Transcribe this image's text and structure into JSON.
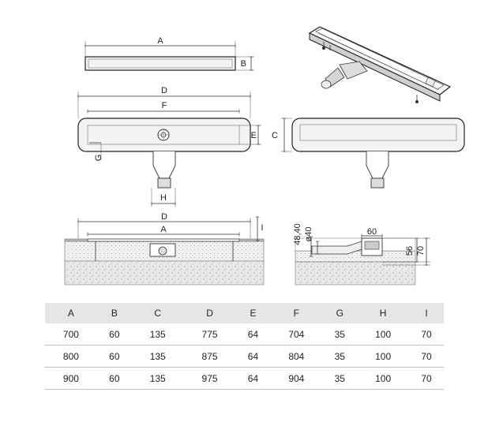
{
  "labels": {
    "A": "A",
    "B": "B",
    "C": "C",
    "D": "D",
    "E": "E",
    "F": "F",
    "G": "G",
    "H": "H",
    "I": "I",
    "side_h1": "48,40",
    "side_h2": "ø40",
    "side_w": "60",
    "side_56": "56",
    "side_70": "70"
  },
  "table": {
    "headers": [
      "A",
      "B",
      "C",
      "D",
      "E",
      "F",
      "G",
      "H",
      "I"
    ],
    "rows": [
      [
        "700",
        "60",
        "135",
        "775",
        "64",
        "704",
        "35",
        "100",
        "70"
      ],
      [
        "800",
        "60",
        "135",
        "875",
        "64",
        "804",
        "35",
        "100",
        "70"
      ],
      [
        "900",
        "60",
        "135",
        "975",
        "64",
        "904",
        "35",
        "100",
        "70"
      ]
    ]
  }
}
